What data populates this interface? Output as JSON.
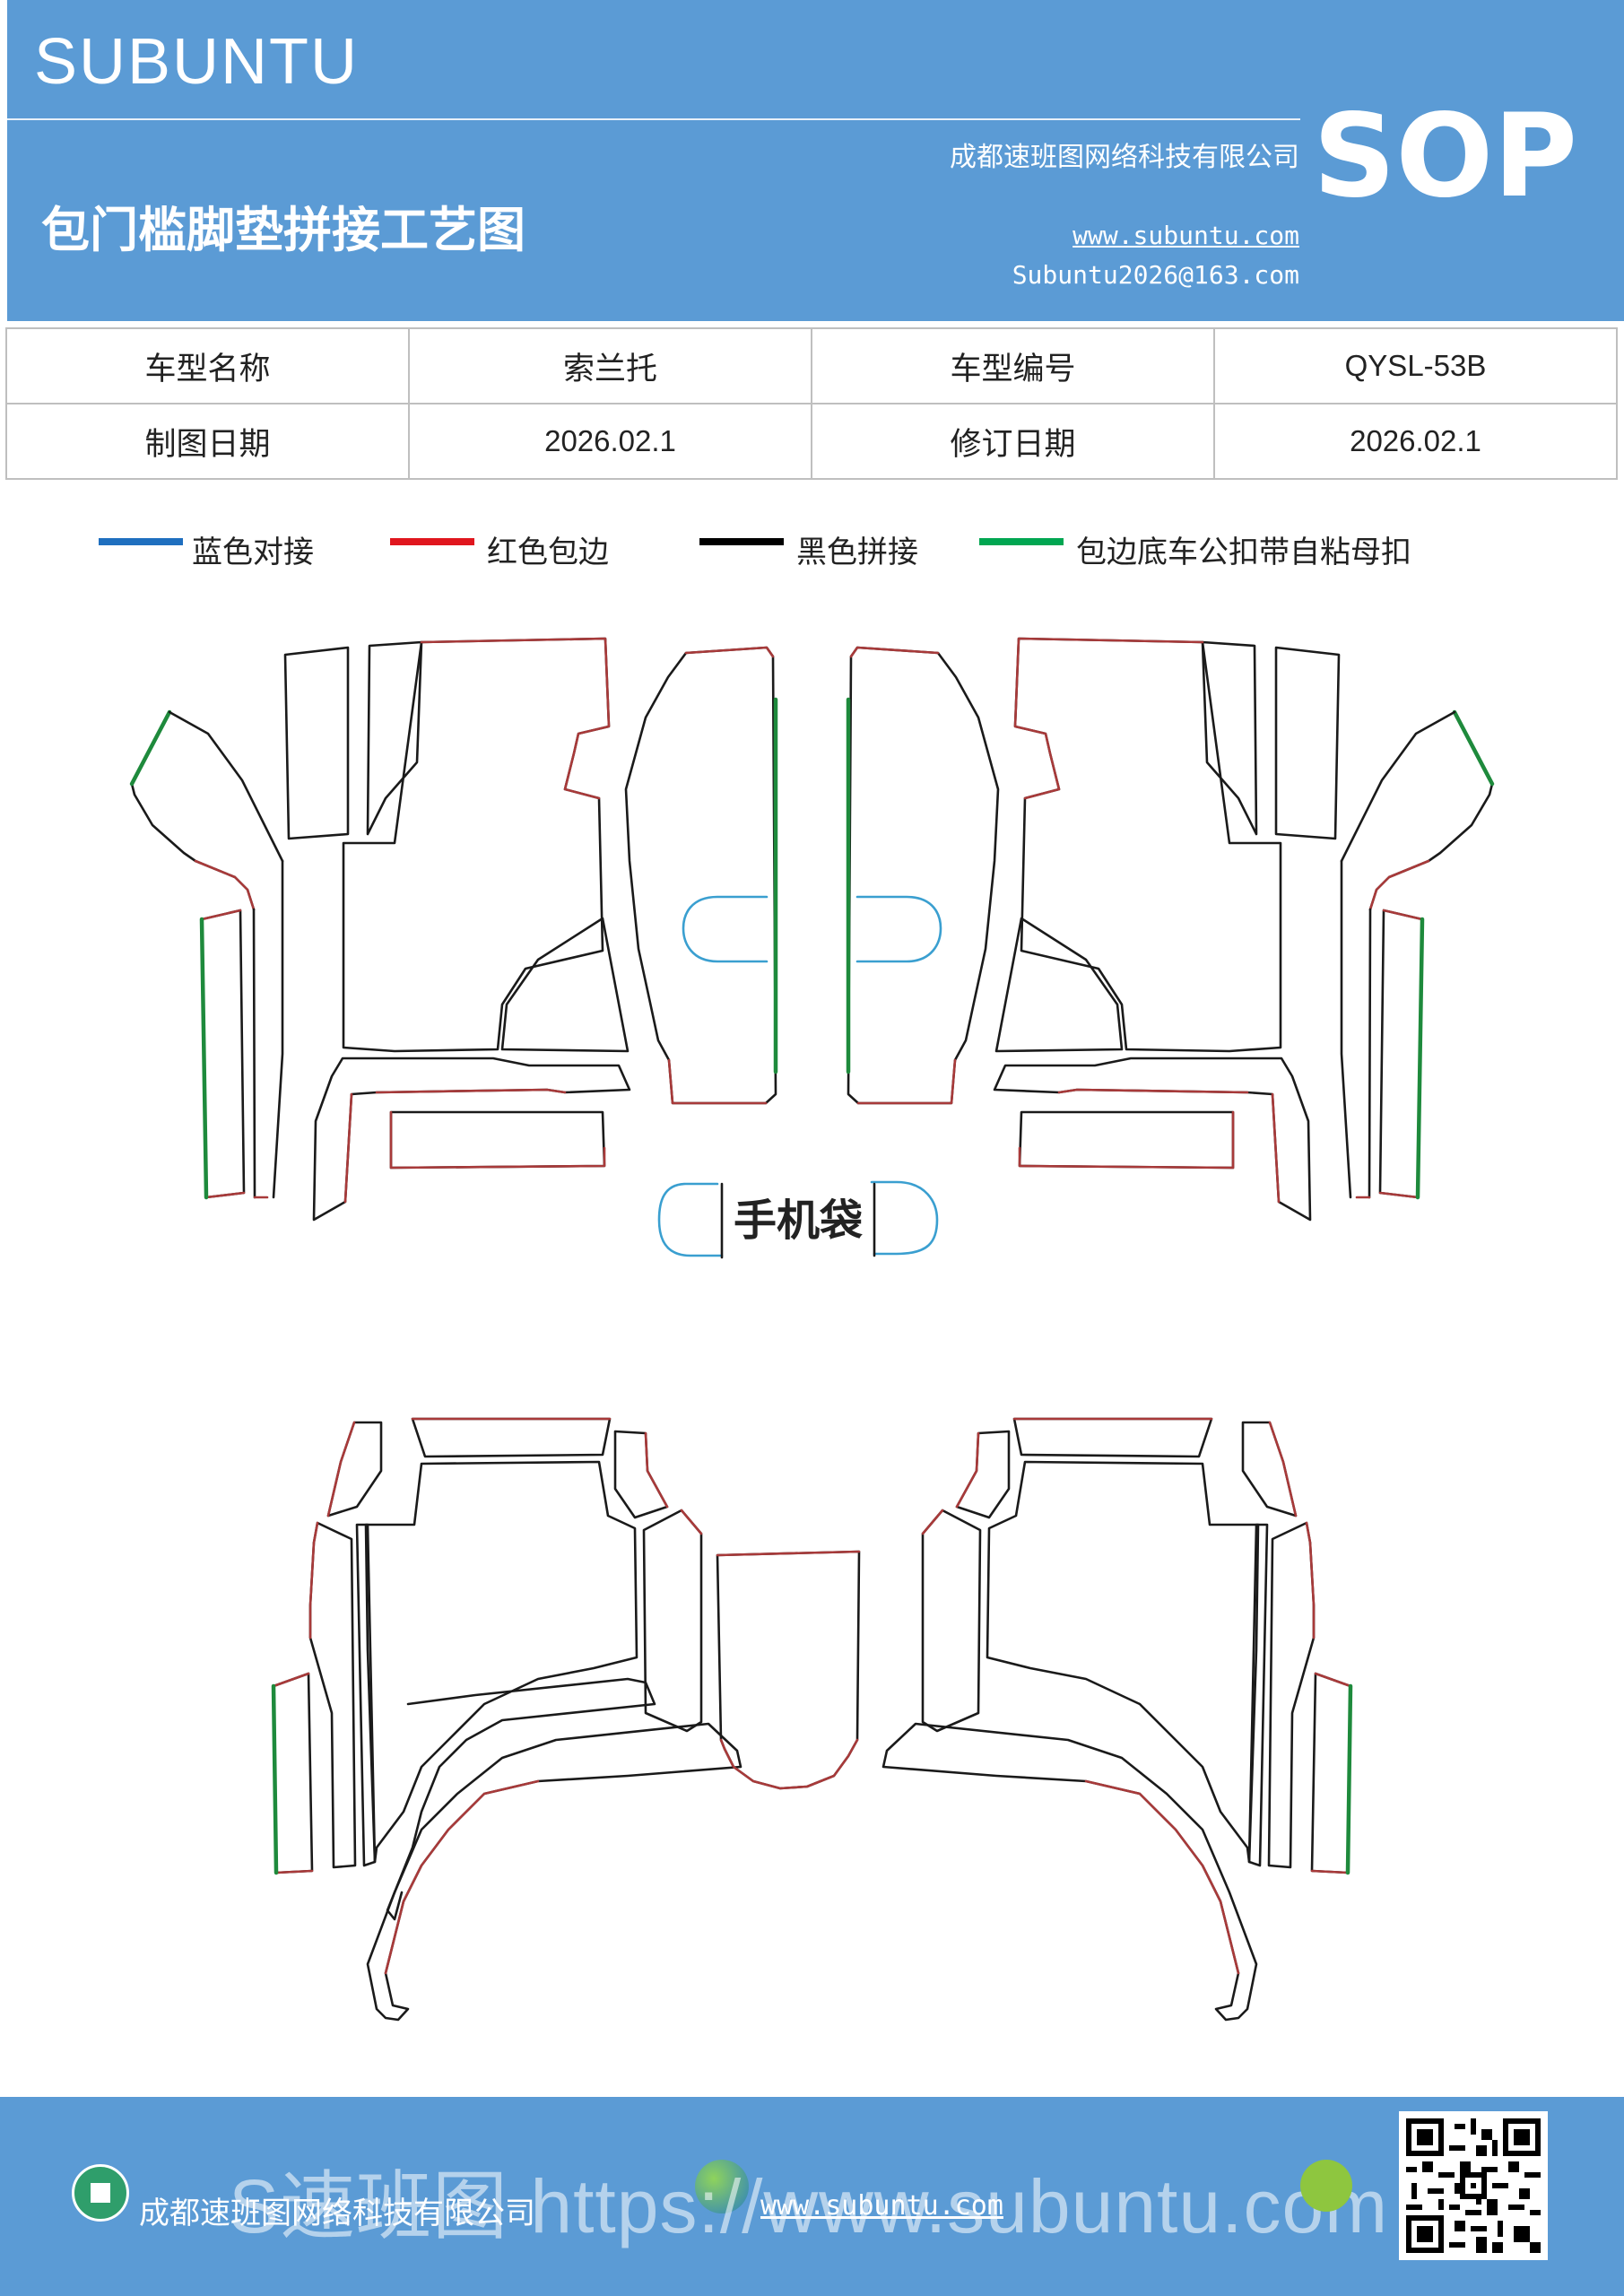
{
  "header": {
    "brand": "SUBUNTU",
    "title": "包门槛脚垫拼接工艺图",
    "company": "成都速班图网络科技有限公司",
    "website": "www.subuntu.com",
    "email": "Subuntu2026@163.com",
    "badge": "SOP"
  },
  "info": {
    "model_name_label": "车型名称",
    "model_name": "索兰托",
    "model_code_label": "车型编号",
    "model_code": "QYSL-53B",
    "draw_date_label": "制图日期",
    "draw_date": "2026.02.1",
    "revise_date_label": "修订日期",
    "revise_date": "2026.02.1"
  },
  "legend": [
    {
      "label": "蓝色对接",
      "color": "#1f6fbf"
    },
    {
      "label": "红色包边",
      "color": "#e0161e"
    },
    {
      "label": "黑色拼接",
      "color": "#000000"
    },
    {
      "label": "包边底车公扣带自粘母扣",
      "color": "#00a651"
    }
  ],
  "diagram": {
    "phone_pocket_label": "手机袋",
    "colors": {
      "black": "#1a1a1a",
      "red": "#a83a3a",
      "green": "#1e8a3c",
      "blue": "#3a9fd0"
    }
  },
  "footer": {
    "company": "成都速班图网络科技有限公司",
    "website": "www.subuntu.com",
    "watermark": "S速班图 https://www.subuntu.com"
  }
}
